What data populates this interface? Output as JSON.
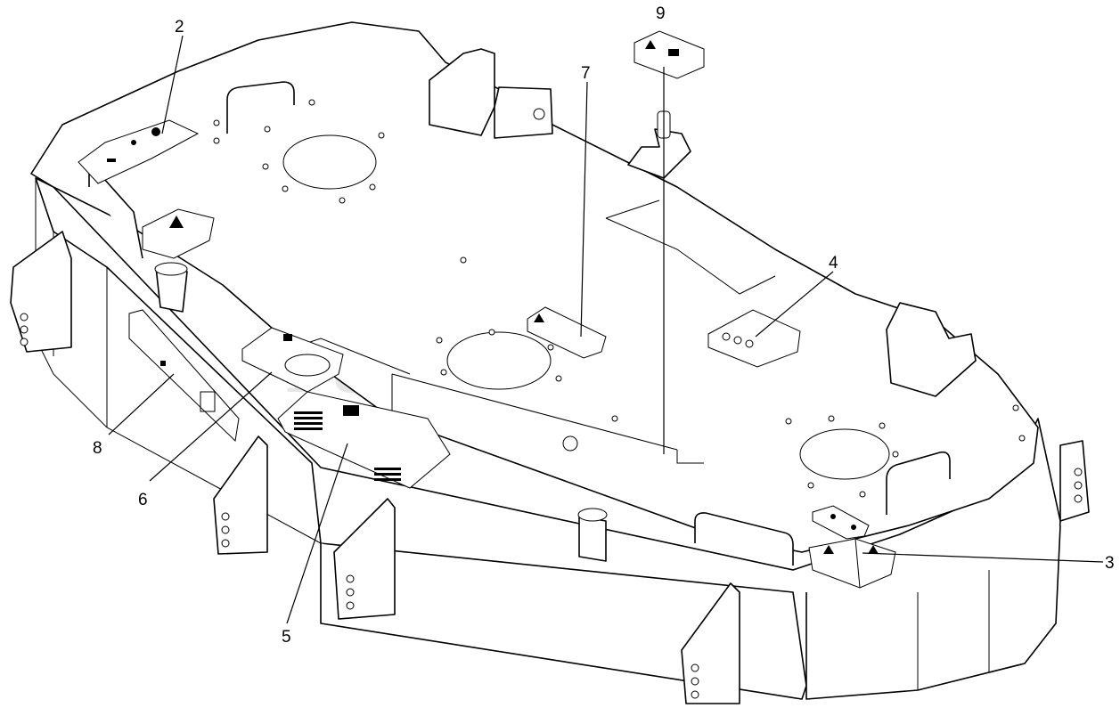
{
  "watermark": {
    "brand": "PartsTree",
    "trademark": "TM"
  },
  "callouts": [
    {
      "id": "2",
      "label": "2"
    },
    {
      "id": "9",
      "label": "9"
    },
    {
      "id": "7",
      "label": "7"
    },
    {
      "id": "4",
      "label": "4"
    },
    {
      "id": "8",
      "label": "8"
    },
    {
      "id": "6",
      "label": "6"
    },
    {
      "id": "5",
      "label": "5"
    },
    {
      "id": "3",
      "label": "3"
    }
  ],
  "colors": {
    "line": "#000000",
    "background": "#ffffff",
    "watermark": "#d3d3d3"
  }
}
